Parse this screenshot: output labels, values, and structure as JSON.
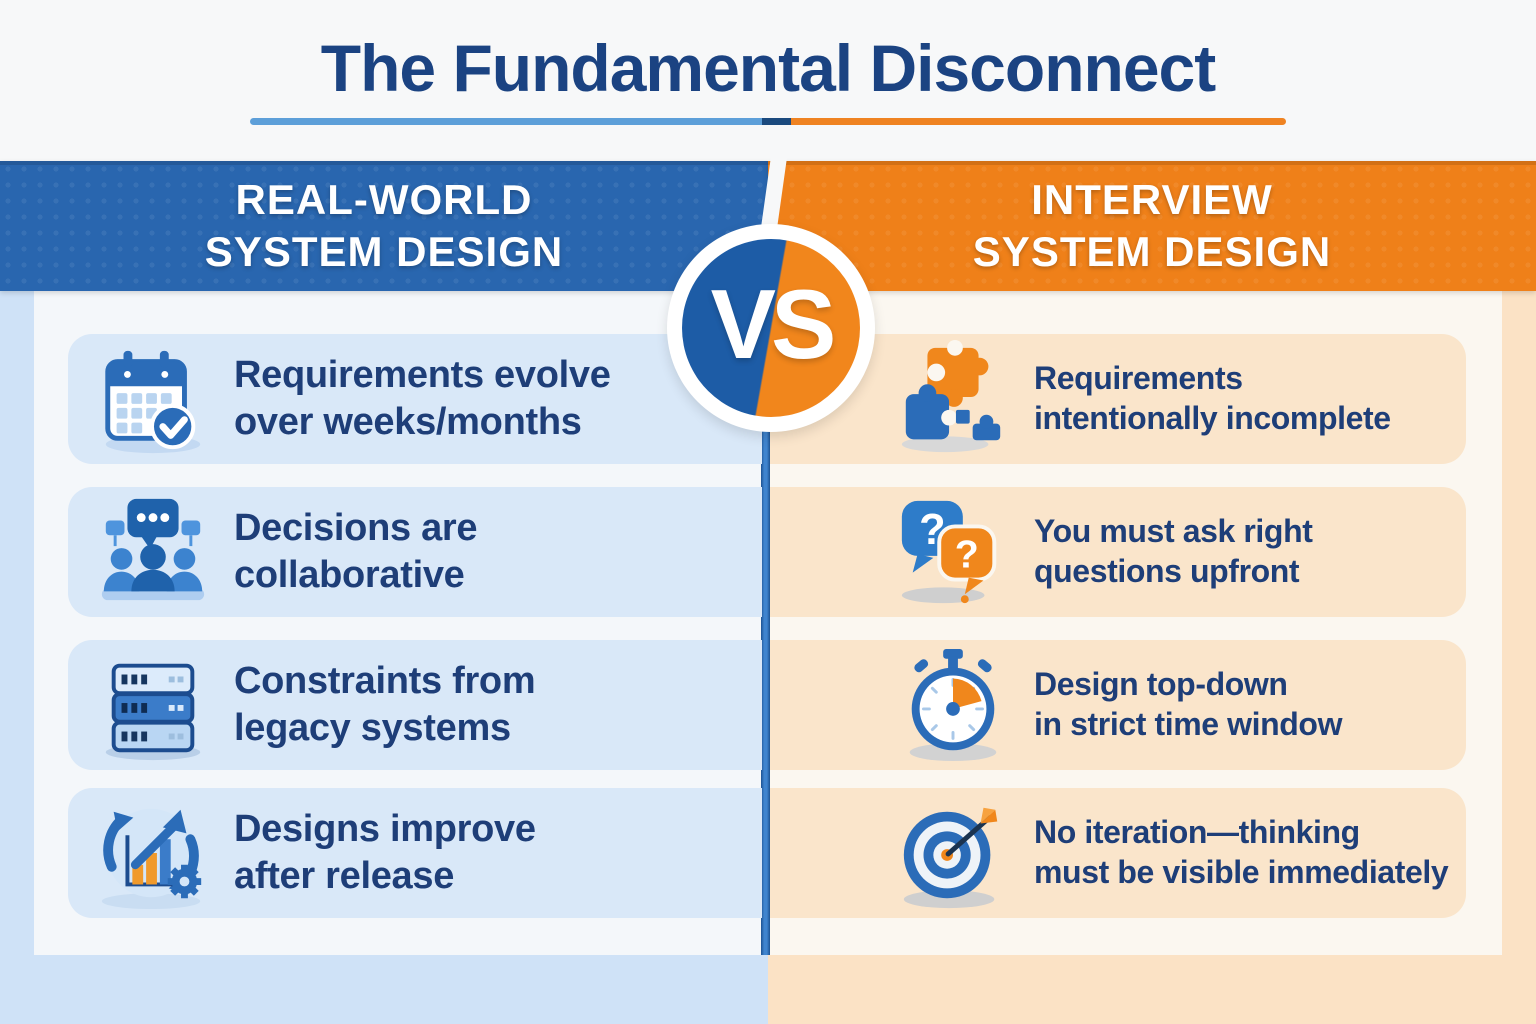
{
  "title": "The Fundamental Disconnect",
  "vs_label": "VS",
  "left": {
    "header_line1": "REAL-WORLD",
    "header_line2": "SYSTEM DESIGN",
    "items": [
      {
        "icon": "calendar-check-icon",
        "line1": "Requirements evolve",
        "line2": "over weeks/months"
      },
      {
        "icon": "team-discussion-icon",
        "line1": "Decisions are",
        "line2": "collaborative"
      },
      {
        "icon": "server-stack-icon",
        "line1": "Constraints from",
        "line2": "legacy systems"
      },
      {
        "icon": "improvement-cycle-icon",
        "line1": "Designs improve",
        "line2": "after release"
      }
    ]
  },
  "right": {
    "header_line1": "INTERVIEW",
    "header_line2": "SYSTEM DESIGN",
    "items": [
      {
        "icon": "puzzle-pieces-icon",
        "line1": "Requirements",
        "line2": "intentionally incomplete"
      },
      {
        "icon": "question-bubbles-icon",
        "line1": "You must ask right",
        "line2": "questions upfront"
      },
      {
        "icon": "stopwatch-icon",
        "line1": "Design top-down",
        "line2": "in strict time window"
      },
      {
        "icon": "target-dart-icon",
        "line1": "No iteration—thinking",
        "line2": "must be visible immediately"
      }
    ]
  },
  "palette": {
    "page_bg": "#f7f8f9",
    "navy_title": "#1b4382",
    "header_blue": "#2966af",
    "header_orange": "#ef8019",
    "vs_blue": "#1d5ca6",
    "vs_orange": "#f1861c",
    "card_blue_bg": "#d9e8f8",
    "card_orange_bg": "#fae5cb",
    "panel_left_bg": "#f4f7fa",
    "panel_right_bg": "#fbf7f0",
    "outer_left_bg": "#cfe2f7",
    "outer_right_bg": "#fbe2c5",
    "card_text": "#1e3e78",
    "divider_blue": "#2a6cb5",
    "underline_left": "#5d9fd9",
    "underline_mid": "#1b4a7e",
    "underline_right": "#ef8322"
  }
}
